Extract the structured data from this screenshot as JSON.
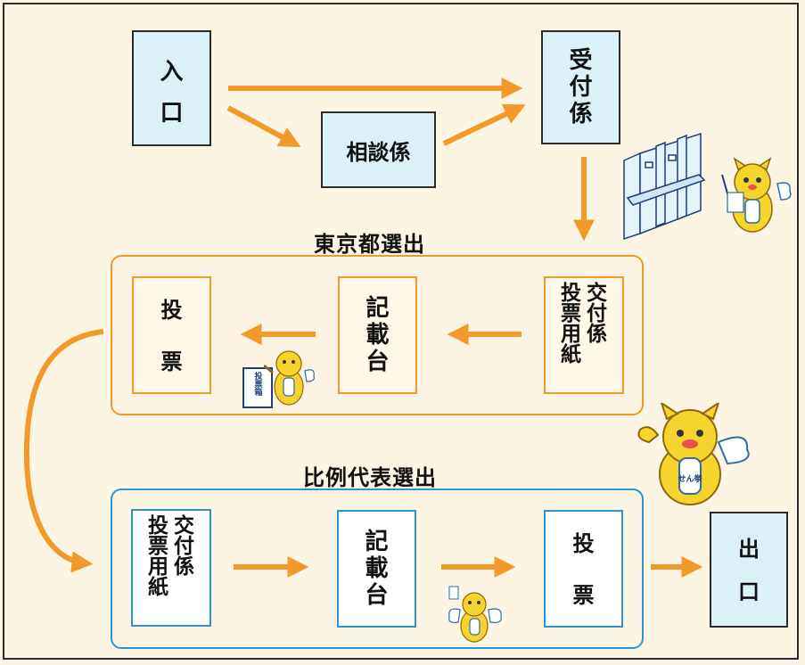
{
  "entrance": {
    "chars": [
      "入",
      "口"
    ]
  },
  "consultation": {
    "label": "相談係"
  },
  "reception": {
    "chars": [
      "受",
      "付",
      "係"
    ]
  },
  "tokyo": {
    "title": "東京都選出",
    "ballot_issue": {
      "col_right": [
        "交",
        "付",
        "係"
      ],
      "col_left": [
        "投",
        "票",
        "用",
        "紙"
      ]
    },
    "writing": {
      "chars": [
        "記",
        "載",
        "台"
      ]
    },
    "voting": {
      "chars": [
        "投",
        "票"
      ]
    },
    "ballot_box_label": "投票箱"
  },
  "pr": {
    "title": "比例代表選出",
    "ballot_issue": {
      "col_right": [
        "交",
        "付",
        "係"
      ],
      "col_left": [
        "投",
        "票",
        "用",
        "紙"
      ]
    },
    "writing": {
      "chars": [
        "記",
        "載",
        "台"
      ]
    },
    "voting": {
      "chars": [
        "投",
        "票"
      ]
    }
  },
  "exit": {
    "chars": [
      "出",
      "口"
    ]
  },
  "mascot_badge": "せん挙",
  "colors": {
    "arrow": "#f19a2a",
    "tokyo_border": "#f19a2a",
    "pr_border": "#2b95d2",
    "box_fill": "#dcf0f8",
    "mascot": "#f6d32d"
  },
  "icons": [
    "voting-booth-icon",
    "mascot-icon",
    "ballot-box-icon"
  ]
}
